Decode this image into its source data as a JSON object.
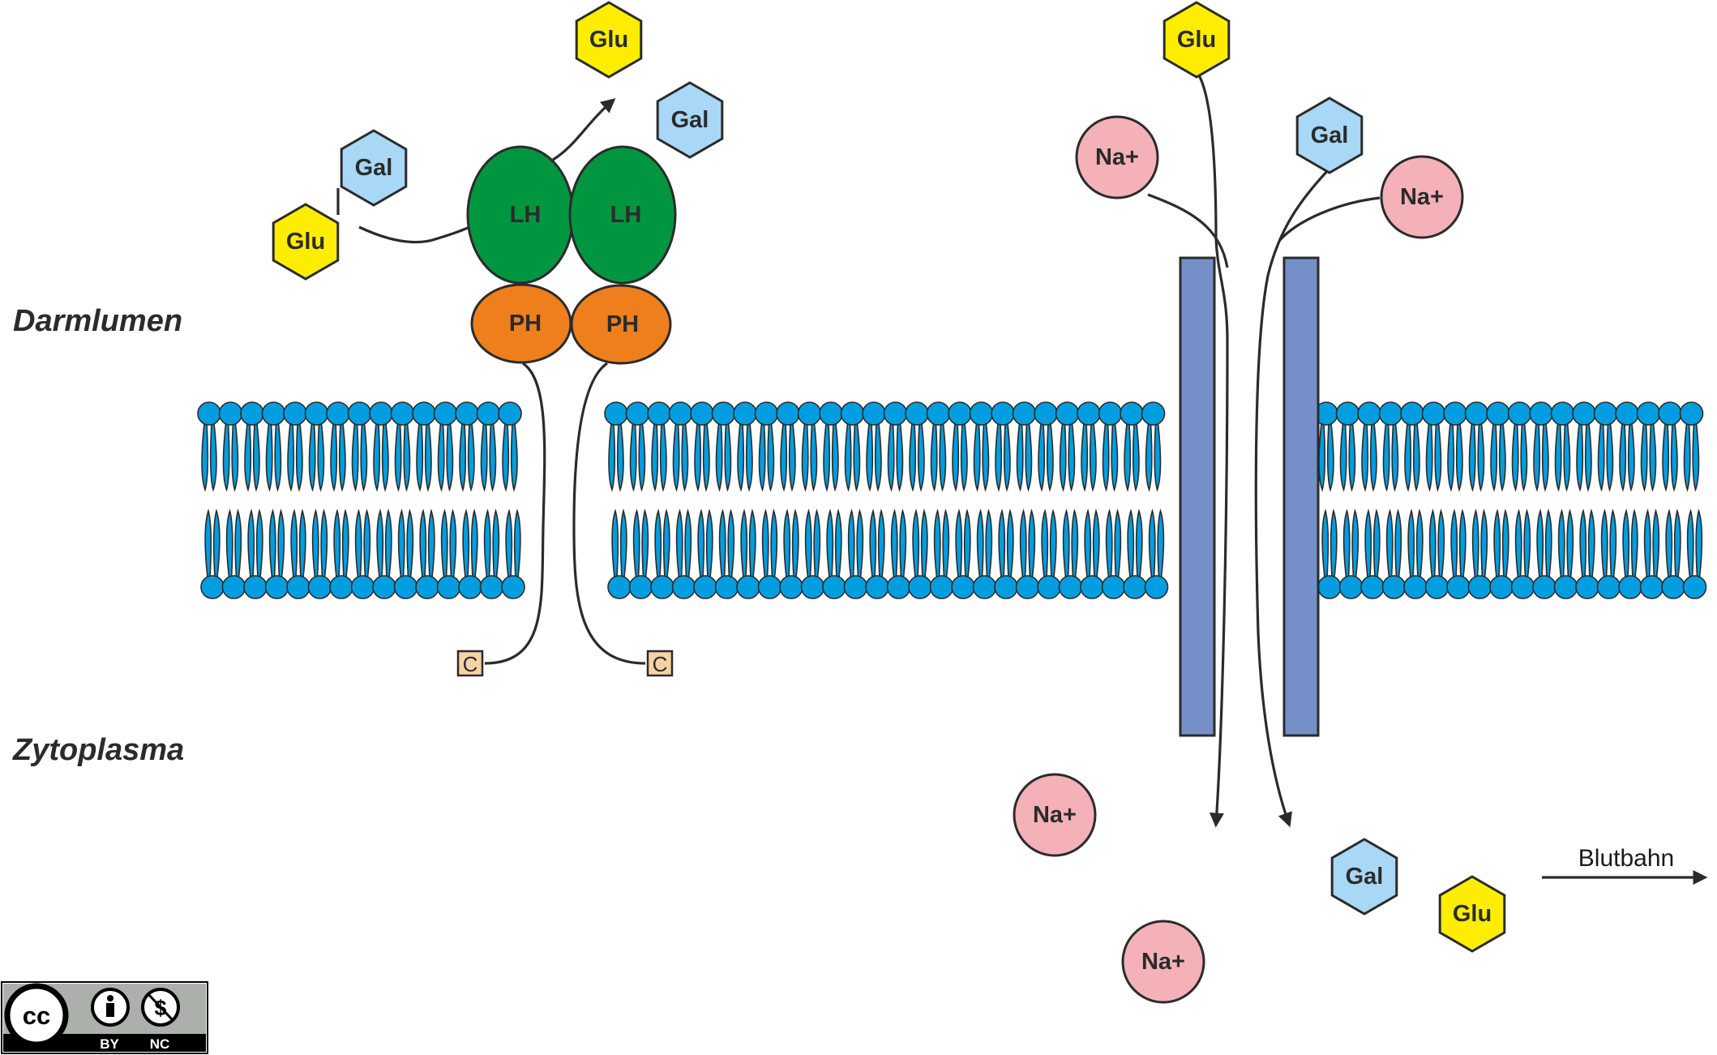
{
  "regions": {
    "lumen": "Darmlumen",
    "cytoplasm": "Zytoplasma"
  },
  "molecules": {
    "glu": "Glu",
    "gal": "Gal",
    "na": "Na+",
    "lh": "LH",
    "ph": "PH",
    "c": "C"
  },
  "labels": {
    "bloodstream": "Blutbahn"
  },
  "license": {
    "by": "BY",
    "nc": "NC"
  },
  "colors": {
    "glu": "#ffed00",
    "gal": "#a8d8f5",
    "na": "#f4b1b7",
    "lh": "#009640",
    "ph": "#ee7f1c",
    "c": "#f6d2a6",
    "membrane": "#009ee0",
    "transporter": "#7590c8",
    "outline": "#2b2b2b"
  }
}
